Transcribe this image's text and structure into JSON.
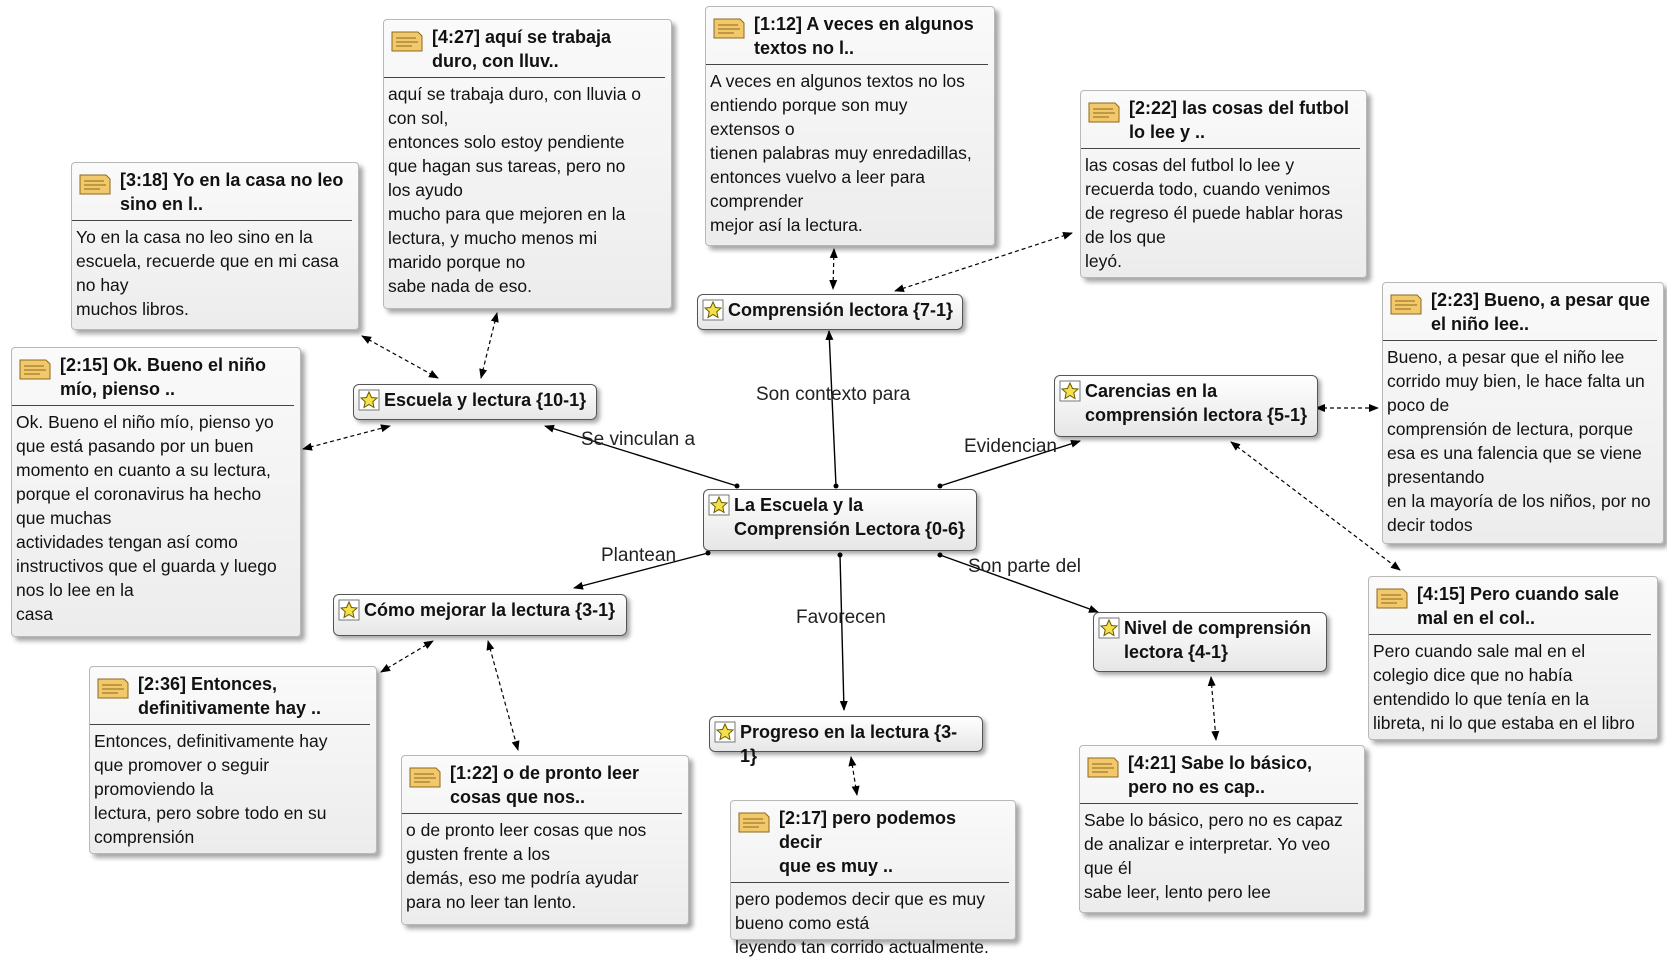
{
  "codes": {
    "center": "La Escuela y la\nComprensión Lectora {0-6}",
    "escuela": "Escuela y lectura {10-1}",
    "comprension": "Comprensión lectora {7-1}",
    "carencias": "Carencias en la\ncomprensión lectora {5-1}",
    "como_mejorar": "Cómo mejorar la lectura {3-1}",
    "progreso": "Progreso en la lectura {3-1}",
    "nivel": "Nivel de comprensión\nlectora {4-1}"
  },
  "relations": {
    "se_vinculan": "Se vinculan a",
    "son_contexto": "Son contexto para",
    "evidencian": "Evidencian",
    "plantean": "Plantean",
    "favorecen": "Favorecen",
    "son_parte": "Son parte del"
  },
  "quotes": {
    "q318": {
      "title": "[3:18] Yo en la casa no leo\nsino en l..",
      "body": "Yo en la casa no leo sino en la\nescuela, recuerde que en mi casa\nno hay\nmuchos libros."
    },
    "q427": {
      "title": "[4:27] aquí se trabaja\nduro, con lluv..",
      "body": "aquí se trabaja duro, con lluvia o\ncon  sol,\nentonces solo estoy pendiente\nque hagan sus tareas, pero no\nlos ayudo\nmucho para que mejoren en la\nlectura, y mucho menos mi\nmarido porque no\nsabe nada de eso."
    },
    "q112": {
      "title": "[1:12] A veces en algunos\ntextos no l..",
      "body": "A veces en algunos textos no los\nentiendo porque son muy\nextensos  o\ntienen palabras muy enredadillas,\nentonces vuelvo a leer para\ncomprender\nmejor así la lectura."
    },
    "q222": {
      "title": "[2:22] las cosas del futbol\nlo lee y ..",
      "body": " las cosas del futbol lo lee y\nrecuerda todo, cuando venimos\nde regreso él puede hablar horas\nde los que\nleyó."
    },
    "q223": {
      "title": "[2:23] Bueno, a pesar que\nel niño lee..",
      "body": "Bueno, a pesar que el niño lee\ncorrido muy bien, le hace falta un\npoco de\ncomprensión de lectura, porque\nesa es una falencia que se viene\npresentando\nen la mayoría de los niños, por no\ndecir todos"
    },
    "q215": {
      "title": "[2:15] Ok. Bueno el niño\nmío, pienso ..",
      "body": " Ok. Bueno el niño mío, pienso yo\nque está pasando por un buen\nmomento en cuanto a su lectura,\nporque el coronavirus ha hecho\nque  muchas\nactividades tengan así como\ninstructivos que el guarda y luego\nnos lo lee en la\ncasa"
    },
    "q415": {
      "title": "[4:15] Pero cuando sale\nmal en el col..",
      "body": " Pero cuando sale mal en el\ncolegio dice que no había\nentendido lo que tenía en la\nlibreta, ni lo que estaba en el libro"
    },
    "q236": {
      "title": "[2:36] Entonces,\ndefinitivamente hay ..",
      "body": " Entonces, definitivamente hay\nque promover o seguir\npromoviendo  la\nlectura, pero sobre todo en su\ncomprensión"
    },
    "q122": {
      "title": "[1:22] o de pronto leer\ncosas que nos..",
      "body": "o de pronto leer cosas que nos\ngusten frente  a los\ndemás, eso me podría ayudar\npara no leer tan lento."
    },
    "q217": {
      "title": "[2:17] pero podemos decir\nque es muy ..",
      "body": "pero podemos decir que es muy\nbueno  como está\nleyendo tan corrido actualmente."
    },
    "q421": {
      "title": "[4:21] Sabe lo básico,\npero no es cap..",
      "body": "Sabe lo básico, pero no es capaz\nde analizar e interpretar. Yo veo\nque él\nsabe leer, lento pero lee"
    }
  },
  "colors": {
    "code_icon": "#f3e04a",
    "note_icon": "#f2c86a"
  }
}
